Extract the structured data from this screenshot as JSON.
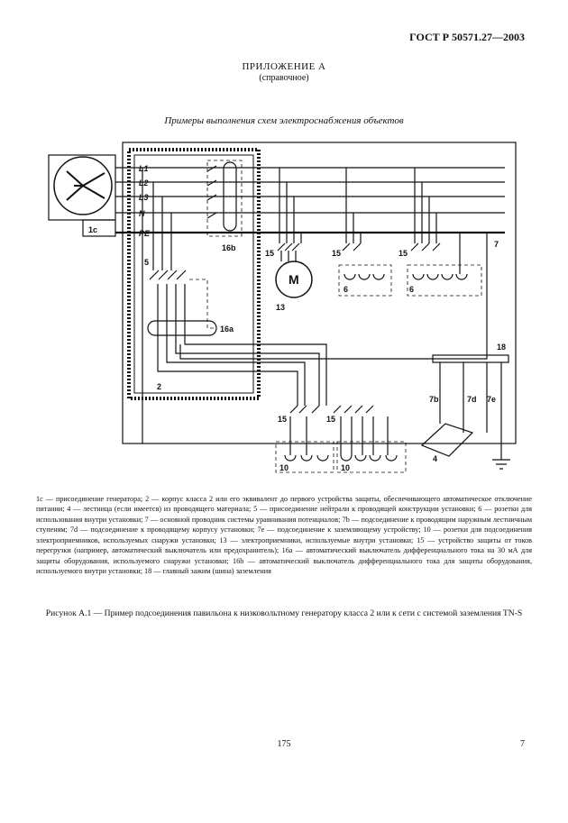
{
  "header": {
    "standard": "ГОСТ Р 50571.27—2003"
  },
  "annex": {
    "title": "ПРИЛОЖЕНИЕ А",
    "subtitle": "(справочное)"
  },
  "figure": {
    "title": "Примеры выполнения схем электроснабжения объектов",
    "labels": {
      "l1": "L1",
      "l2": "L2",
      "l3": "L3",
      "n": "N",
      "pe": "PE",
      "gen": "1c",
      "item5": "5",
      "item2": "2",
      "item16b": "16b",
      "item16a": "16a",
      "item15a": "15",
      "item15b": "15",
      "item15c": "15",
      "item15d": "15",
      "item15e": "15",
      "motor": "M",
      "item13": "13",
      "item6a": "6",
      "item6b": "6",
      "item7": "7",
      "item18": "18",
      "item7b": "7b",
      "item7d": "7d",
      "item7e": "7e",
      "item10a": "10",
      "item10b": "10",
      "item4": "4"
    }
  },
  "legend": "1c — присоединение генератора; 2 — корпус класса 2 или его эквивалент до первого устройства защиты, обеспечивающего автоматическое отключение питании; 4 — лестница (если имеется) из проводящего материала; 5 — присоединение нейтрали к проводящей конструкции установки; 6 — розетки для использования внутри установки; 7 — основной проводник системы уравнивания потенциалов; 7b — подсоединение к проводящим наружным лестничным ступеням; 7d — подсоединение к проводящему корпусу установки; 7e — подсоединение к заземляющему устройству; 10 — розетки для подсоединения электроприемников, используемых снаружи установки; 13 — электроприемники, используемые внутри установки; 15 — устройство защиты от токов перегрузки (например, автоматический выключатель или предохранитель); 16a — автоматический выключатель дифференциального тока на 30 мА для защиты оборудования, используемого снаружи установки; 16b — автоматический выключатель дифференциального тока для защиты оборудования, используемого внутри установки; 18 — главный зажим (шина) заземления",
  "caption": "Рисунок А.1 — Пример подсоединения павильона к низковольтному генератору класса 2 или к сети с системой заземления TN-S",
  "footer": {
    "page": "175",
    "sheet": "7"
  }
}
